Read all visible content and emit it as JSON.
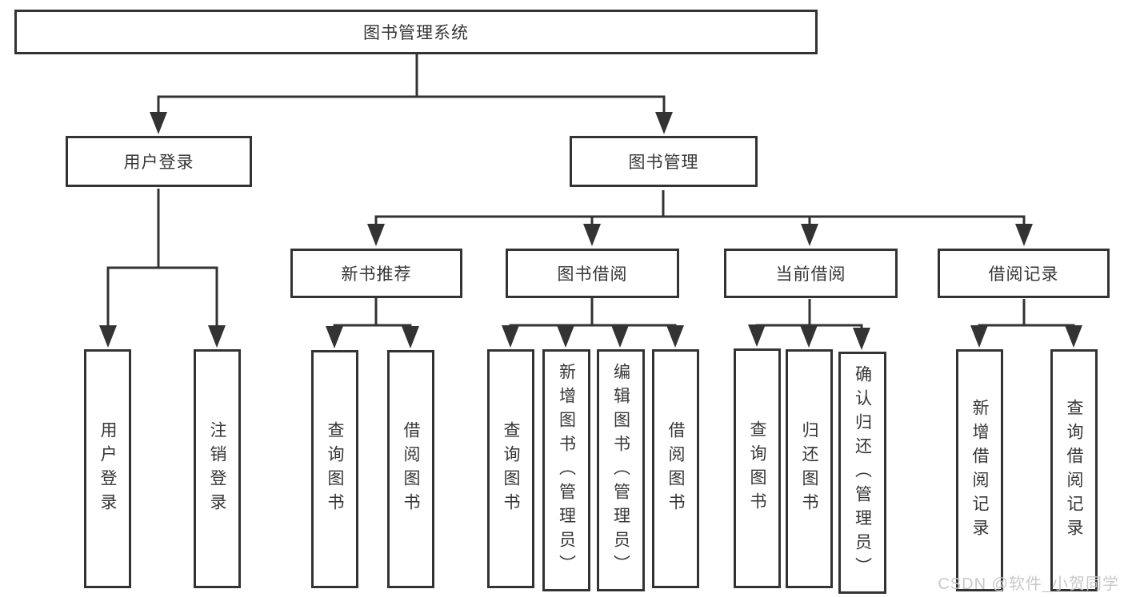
{
  "tree": {
    "root": "图书管理系统",
    "branches": [
      {
        "label": "用户登录",
        "children": [
          "用户登录",
          "注销登录"
        ]
      },
      {
        "label": "图书管理",
        "children": [
          {
            "label": "新书推荐",
            "children": [
              "查询图书",
              "借阅图书"
            ]
          },
          {
            "label": "图书借阅",
            "children": [
              "查询图书",
              "新增图书（管理员）",
              "编辑图书（管理员）",
              "借阅图书"
            ]
          },
          {
            "label": "当前借阅",
            "children": [
              "查询图书",
              "归还图书",
              "确认归还（管理员）"
            ]
          },
          {
            "label": "借阅记录",
            "children": [
              "新增借阅记录",
              "查询借阅记录"
            ]
          }
        ]
      }
    ]
  },
  "watermark": {
    "text": "CSDN @软件_小贺同学"
  },
  "style": {
    "line_color": "#333333",
    "box_background": "#ffffff",
    "text_color": "#363636",
    "watermark_color": "#c7c7c7"
  }
}
